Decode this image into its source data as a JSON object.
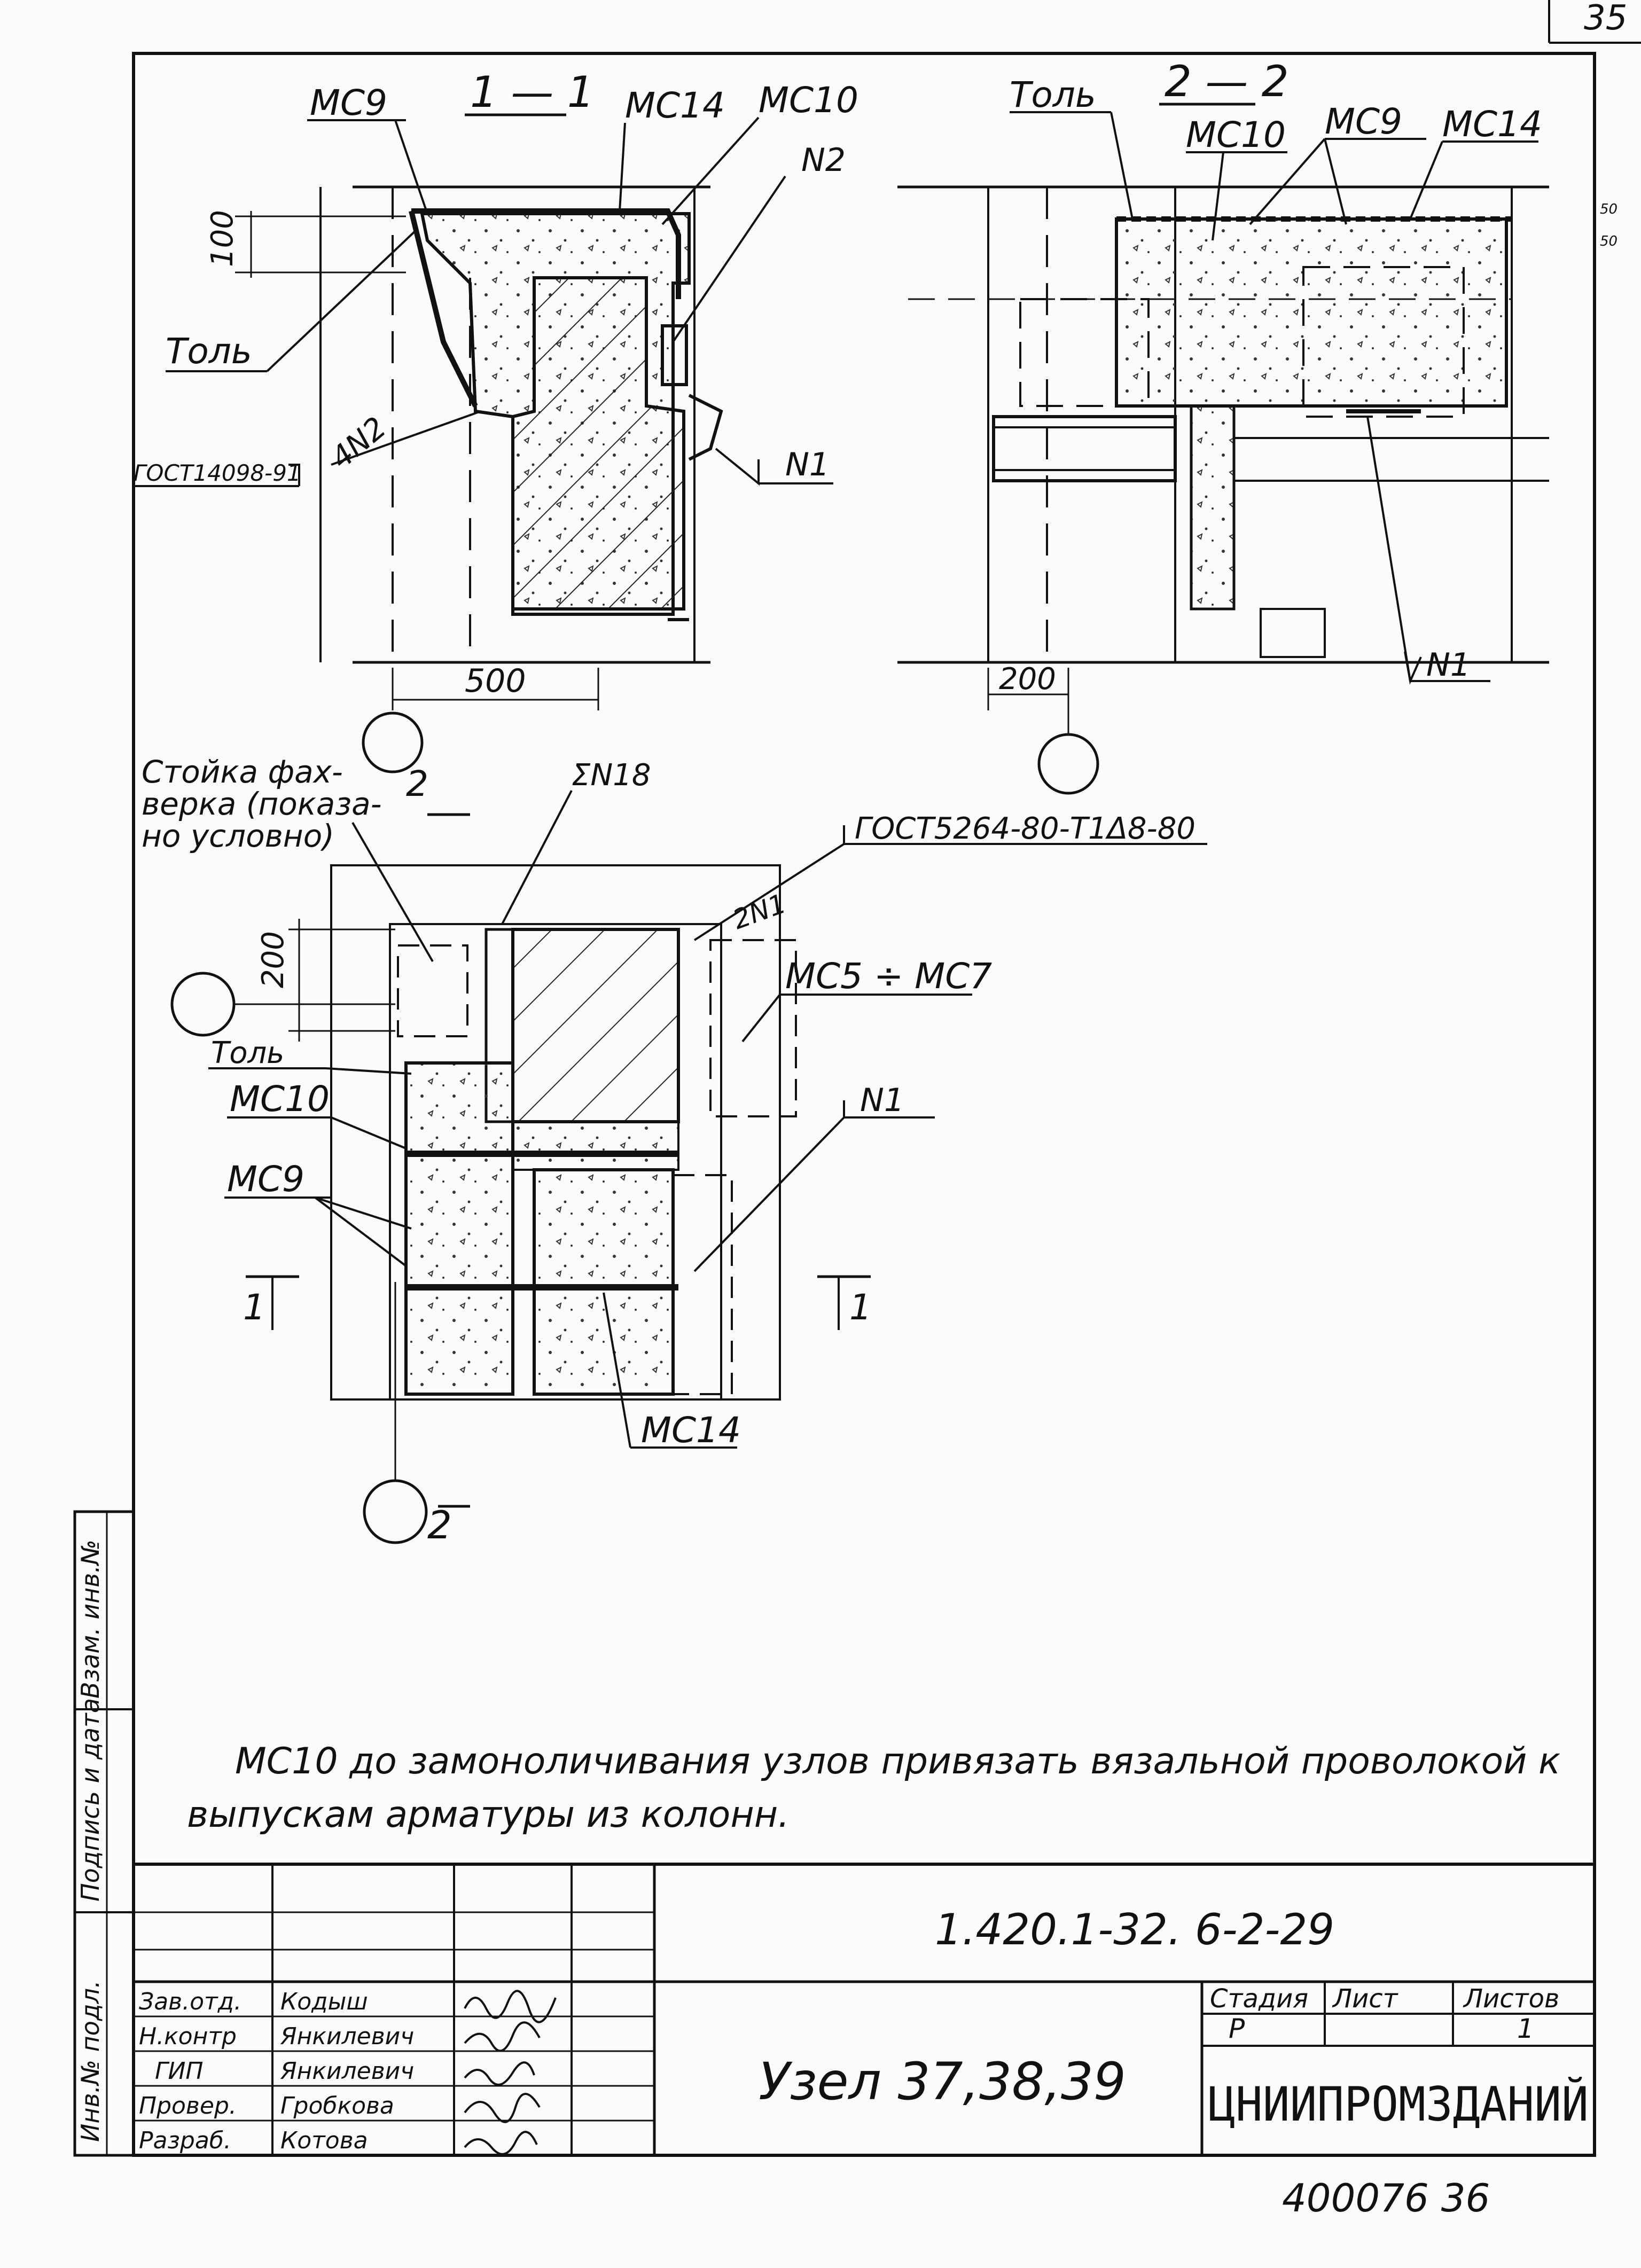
{
  "page_number": "35",
  "sections": {
    "s11": {
      "title": "1 — 1",
      "labels": {
        "mc9": "МС9",
        "mc14": "МС14",
        "mc10": "МС10",
        "n2": "N2",
        "tol": "Толь",
        "n2b": "4N2",
        "gost": "ГОСТ14098-91",
        "n1": "N1",
        "dim100": "100",
        "dim500": "500"
      }
    },
    "s22": {
      "title": "2 — 2",
      "labels": {
        "tol": "Толь",
        "mc10": "МС10",
        "mc9": "МС9",
        "mc14": "МС14",
        "n1": "N1",
        "dim200": "200",
        "side1": "50",
        "side2": "50"
      }
    },
    "plan": {
      "labels": {
        "stoyka": "Стойка фах-",
        "stoyka2": "верка (показа-",
        "stoyka3": "но условно)",
        "cut2top": "2",
        "cut2bot": "2",
        "cut1l": "1",
        "cut1r": "1",
        "n18": "ΣN18",
        "gost5264": "ГОСТ5264-80-Т1Δ8-80",
        "n1a": "2N1",
        "mc5": "МС5 ÷ МС7",
        "tol": "Толь",
        "mc10": "МС10",
        "mc9": "МС9",
        "n1": "N1",
        "mc14": "МС14",
        "dim200": "200"
      }
    }
  },
  "note": {
    "line1": "МС10 до замоноличивания узлов привязать вязальной проволокой к",
    "line2": "выпускам арматуры из колонн."
  },
  "side_stamps": [
    "Инв.№ подл.",
    "Подпись и дата",
    "Взам. инв.№"
  ],
  "title_block": {
    "code": "1.420.1-32. 6-2-29",
    "title": "Узел 37,38,39",
    "roles": [
      {
        "role": "Зав.отд.",
        "name": "Кодыш"
      },
      {
        "role": "Н.контр",
        "name": "Янкилевич"
      },
      {
        "role": "ГИП",
        "name": "Янкилевич"
      },
      {
        "role": "Провер.",
        "name": "Гробкова"
      },
      {
        "role": "Разраб.",
        "name": "Котова"
      }
    ],
    "stage_header": "Стадия",
    "sheet_header": "Лист",
    "sheets_header": "Листов",
    "stage": "Р",
    "sheet": "",
    "sheets": "1",
    "org": "ЦНИИПРОМЗДАНИЙ"
  },
  "archive_number": "400076 36"
}
